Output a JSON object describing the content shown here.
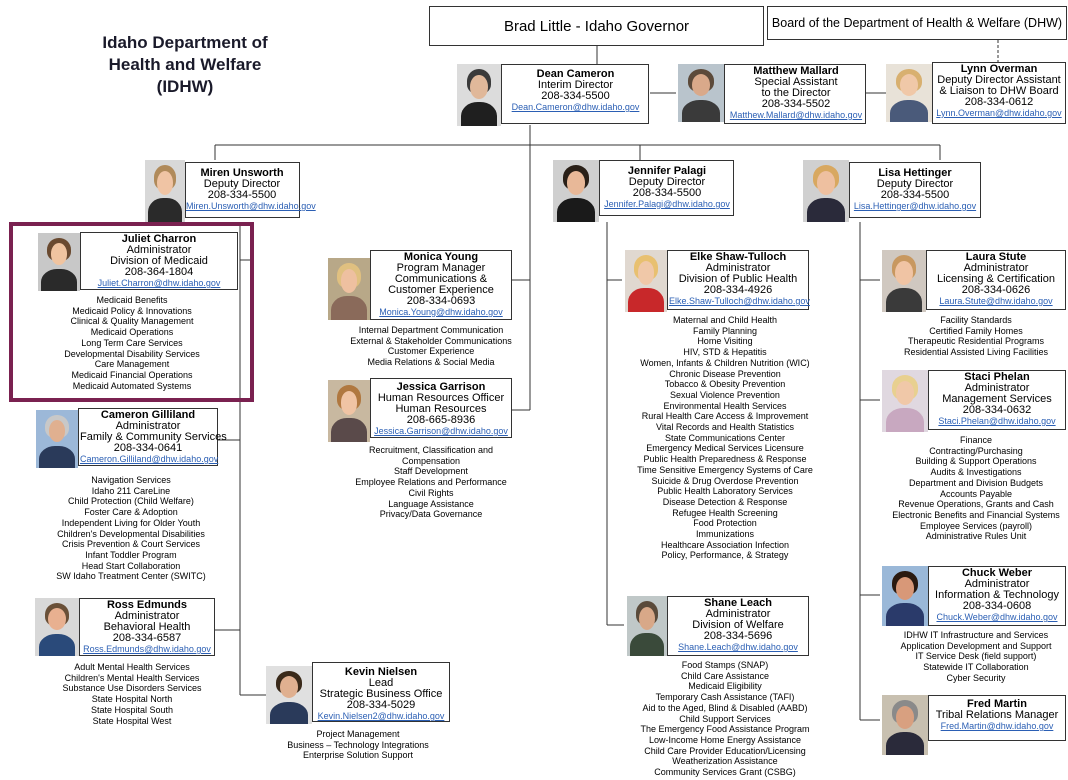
{
  "title_lines": [
    "Idaho Department of",
    "Health and Welfare",
    "(IDHW)"
  ],
  "governor": "Brad Little - Idaho Governor",
  "board": "Board of the Department of Health & Welfare (DHW)",
  "dean": {
    "name": "Dean Cameron",
    "lines": [
      "Interim Director",
      "208-334-5500"
    ],
    "email": "Dean.Cameron@dhw.idaho.gov"
  },
  "mallard": {
    "name": "Matthew Mallard",
    "lines": [
      "Special Assistant",
      "to the Director",
      "208-334-5502"
    ],
    "email": "Matthew.Mallard@dhw.idaho.gov"
  },
  "overman": {
    "name": "Lynn Overman",
    "lines": [
      "Deputy Director Assistant",
      "& Liaison to DHW Board",
      "208-334-0612"
    ],
    "email": "Lynn.Overman@dhw.idaho.gov"
  },
  "unsworth": {
    "name": "Miren Unsworth",
    "lines": [
      "Deputy Director",
      "208-334-5500"
    ],
    "email": "Miren.Unsworth@dhw.idaho.gov"
  },
  "palagi": {
    "name": "Jennifer Palagi",
    "lines": [
      "Deputy Director",
      "208-334-5500"
    ],
    "email": "Jennifer.Palagi@dhw.idaho.gov"
  },
  "hettinger": {
    "name": "Lisa Hettinger",
    "lines": [
      "Deputy Director",
      "208-334-5500"
    ],
    "email": "Lisa.Hettinger@dhw.idaho.gov"
  },
  "charron": {
    "name": "Juliet Charron",
    "lines": [
      "Administrator",
      "Division of Medicaid",
      "208-364-1804"
    ],
    "email": "Juliet.Charron@dhw.idaho.gov",
    "items": [
      "Medicaid Benefits",
      "Medicaid Policy & Innovations",
      "Clinical & Quality Management",
      "Medicaid Operations",
      "Long Term Care Services",
      "Developmental Disability Services",
      "Care Management",
      "Medicaid Financial Operations",
      "Medicaid Automated Systems"
    ]
  },
  "gilliland": {
    "name": "Cameron Gilliland",
    "lines": [
      "Administrator",
      "Family & Community Services",
      "208-334-0641"
    ],
    "email": "Cameron.Gilliland@dhw.idaho.gov",
    "items": [
      "Navigation Services",
      "Idaho 211 CareLine",
      "Child Protection (Child Welfare)",
      "Foster Care & Adoption",
      "Independent Living for Older Youth",
      "Children's Developmental Disabilities",
      "Crisis Prevention & Court Services",
      "Infant Toddler Program",
      "Head Start Collaboration",
      "SW Idaho Treatment Center (SWITC)"
    ]
  },
  "edmunds": {
    "name": "Ross Edmunds",
    "lines": [
      "Administrator",
      "Behavioral Health",
      "208-334-6587"
    ],
    "email": "Ross.Edmunds@dhw.idaho.gov",
    "items": [
      "Adult Mental Health Services",
      "Children's Mental Health Services",
      "Substance Use Disorders Services",
      "State Hospital North",
      "State Hospital South",
      "State Hospital West"
    ]
  },
  "young": {
    "name": "Monica Young",
    "lines": [
      "Program Manager",
      "Communications &",
      "Customer Experience",
      "208-334-0693"
    ],
    "email": "Monica.Young@dhw.idaho.gov",
    "items": [
      "Internal Department Communication",
      "External & Stakeholder Communications",
      "Customer Experience",
      "Media Relations & Social Media"
    ]
  },
  "garrison": {
    "name": "Jessica Garrison",
    "lines": [
      "Human Resources Officer",
      "Human Resources",
      "208-665-8936"
    ],
    "email": "Jessica.Garrison@dhw.idaho.gov",
    "items": [
      "Recruitment, Classification and",
      "Compensation",
      "Staff Development",
      "Employee Relations and Performance",
      "Civil Rights",
      "Language Assistance",
      "Privacy/Data Governance"
    ]
  },
  "nielsen": {
    "name": "Kevin Nielsen",
    "lines": [
      "Lead",
      "Strategic Business Office",
      "208-334-5029"
    ],
    "email": "Kevin.Nielsen2@dhw.idaho.gov",
    "items": [
      "Project Management",
      "Business – Technology Integrations",
      "Enterprise Solution Support"
    ]
  },
  "shawtulloch": {
    "name": "Elke Shaw-Tulloch",
    "lines": [
      "Administrator",
      "Division of Public Health",
      "208-334-4926"
    ],
    "email": "Elke.Shaw-Tulloch@dhw.idaho.gov",
    "items": [
      "Maternal and Child Health",
      "Family Planning",
      "Home Visiting",
      "HIV, STD & Hepatitis",
      "Women, Infants & Children Nutrition (WIC)",
      "Chronic Disease Prevention",
      "Tobacco & Obesity Prevention",
      "Sexual Violence Prevention",
      "Environmental Health Services",
      "Rural Health Care Access & Improvement",
      "Vital Records and Health Statistics",
      "State Communications Center",
      "Emergency Medical Services Licensure",
      "Public Health Preparedness & Response",
      "Time Sensitive Emergency Systems of Care",
      "Suicide & Drug Overdose Prevention",
      "Public Health Laboratory Services",
      "Disease Detection & Response",
      "Refugee Health Screening",
      "Food Protection",
      "Immunizations",
      "Healthcare Association Infection",
      "Policy, Performance, & Strategy"
    ]
  },
  "leach": {
    "name": "Shane Leach",
    "lines": [
      "Administrator",
      "Division of Welfare",
      "208-334-5696"
    ],
    "email": "Shane.Leach@dhw.idaho.gov",
    "items": [
      "Food Stamps (SNAP)",
      "Child Care Assistance",
      "Medicaid Eligibility",
      "Temporary Cash Assistance (TAFI)",
      "Aid to the Aged, Blind & Disabled (AABD)",
      "Child Support Services",
      "The Emergency Food Assistance Program",
      "Low-Income Home Energy Assistance",
      "Child Care Provider Education/Licensing",
      "Weatherization Assistance",
      "Community Services Grant (CSBG)"
    ]
  },
  "stute": {
    "name": "Laura Stute",
    "lines": [
      "Administrator",
      "Licensing & Certification",
      "208-334-0626"
    ],
    "email": "Laura.Stute@dhw.idaho.gov",
    "items": [
      "Facility Standards",
      "Certified Family Homes",
      "Therapeutic Residential Programs",
      "Residential Assisted Living Facilities"
    ]
  },
  "phelan": {
    "name": "Staci Phelan",
    "lines": [
      "Administrator",
      "Management Services",
      "208-334-0632"
    ],
    "email": "Staci.Phelan@dhw.idaho.gov",
    "items": [
      "Finance",
      "Contracting/Purchasing",
      "Building & Support Operations",
      "Audits & Investigations",
      "Department and Division Budgets",
      "Accounts Payable",
      "Revenue Operations, Grants and Cash",
      "Electronic Benefits and Financial Systems",
      "Employee Services (payroll)",
      "Administrative Rules Unit"
    ]
  },
  "weber": {
    "name": "Chuck Weber",
    "lines": [
      "Administrator",
      "Information & Technology",
      "208-334-0608"
    ],
    "email": "Chuck.Weber@dhw.idaho.gov",
    "items": [
      "IDHW IT Infrastructure and Services",
      "Application Development and Support",
      "IT Service Desk (field support)",
      "Statewide IT Collaboration",
      "Cyber Security"
    ]
  },
  "martin": {
    "name": "Fred Martin",
    "lines": [
      "Tribal Relations Manager"
    ],
    "email": "Fred.Martin@dhw.idaho.gov"
  },
  "colors": {
    "highlight": "#7a2150",
    "link": "#2b5fb4",
    "line": "#333333"
  }
}
